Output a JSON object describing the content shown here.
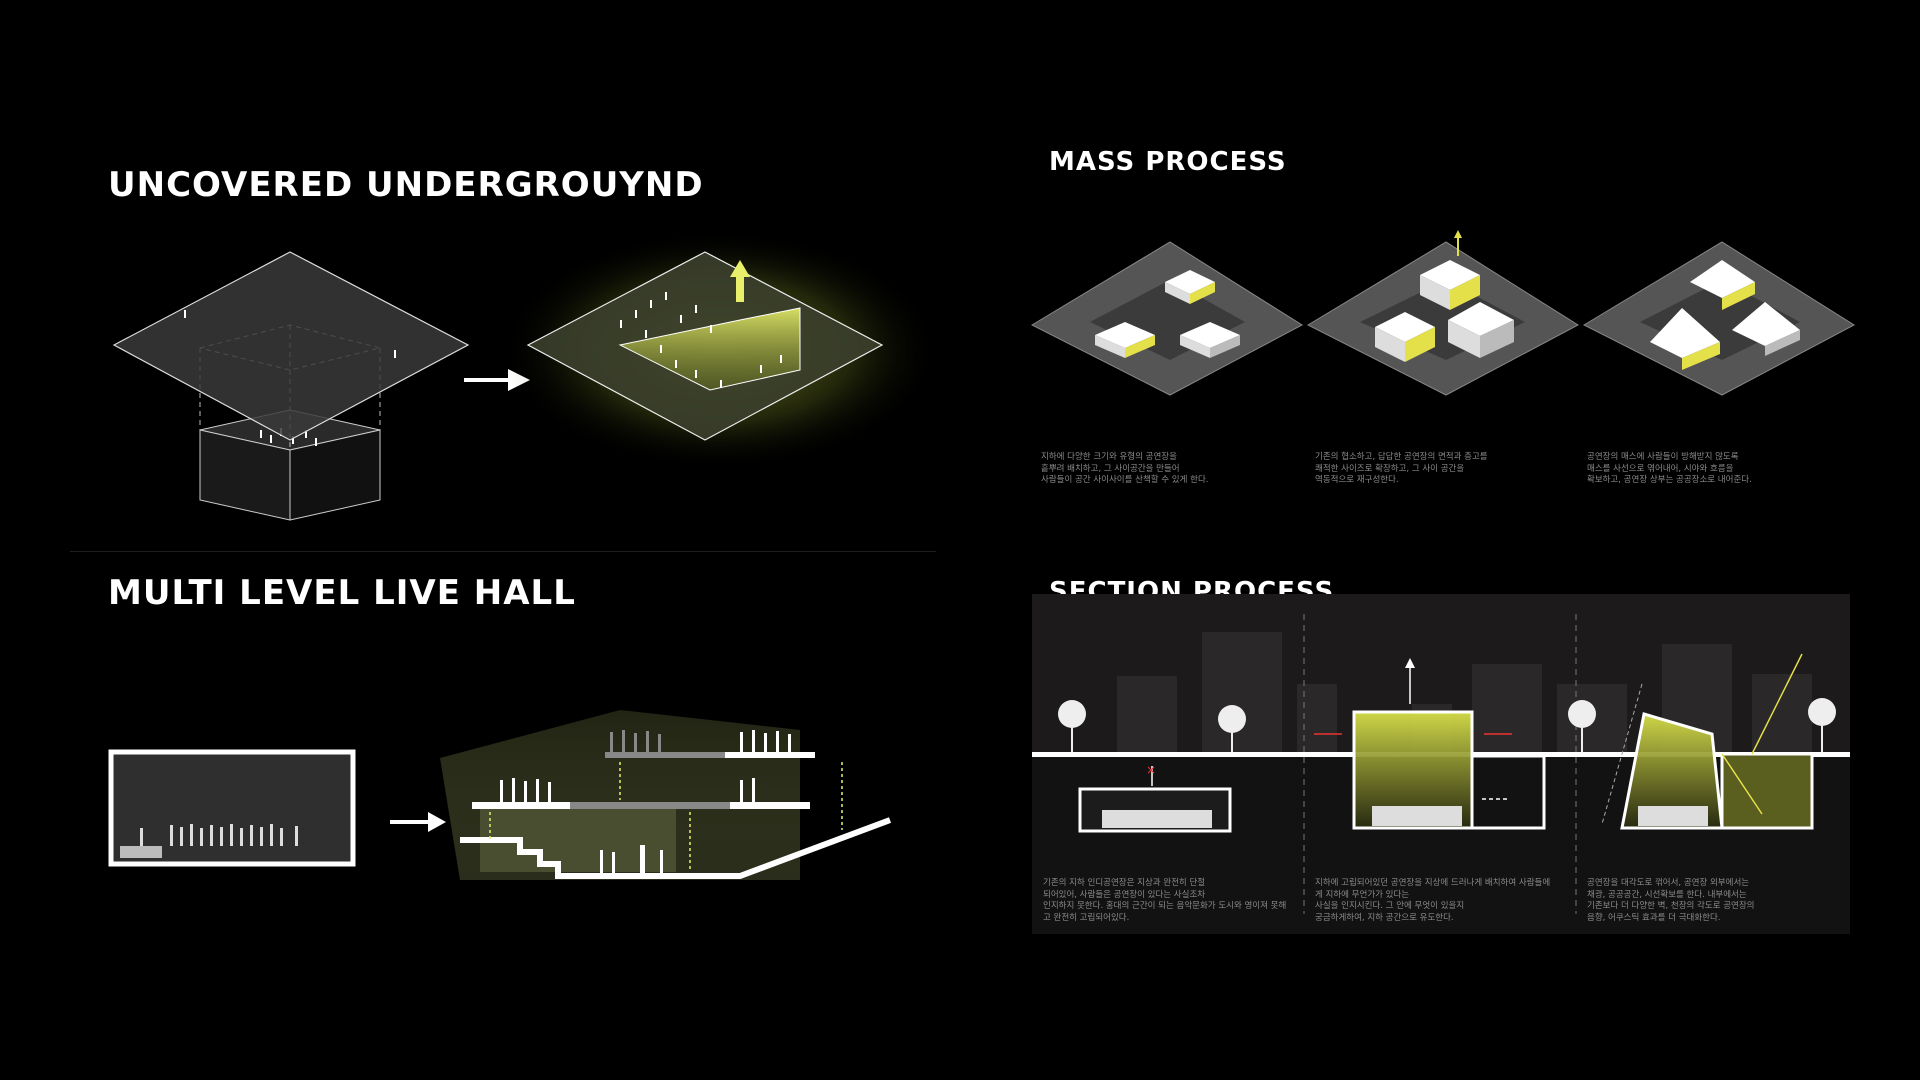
{
  "titles": {
    "uncovered": "UNCOVERED UNDERGROUYND",
    "live_hall": "MULTI LEVEL LIVE HALL",
    "mass": "MASS PROCESS",
    "section": "SECTION PROCESS"
  },
  "mass_captions": [
    "지하에 다양한 크기와 유형의 공연장을\n흩뿌려 배치하고, 그 사이공간을 만들어\n사람들이 공간 사이사이를 산책할 수 있게 한다.",
    "기존의 협소하고, 답답한 공연장의 면적과 층고를\n쾌적한 사이즈로 확장하고, 그 사이 공간을\n역동적으로 재구성한다.",
    "공연장의 매스에 사람들이 방해받지 않도록\n매스를 사선으로 엮어내어, 시야와 흐름을\n확보하고, 공연장 상부는 공공장소로 내어준다."
  ],
  "section_captions": [
    "기존의 지하 인디공연장은 지상과 완전히 단절\n되어있어, 사람들은 공연장이 있다는 사실조차\n인지하지 못한다. 홍대의 근간이 되는 음악문화가 도시와 영이져 못해\n고 완전히 고립되어있다.",
    "지하에 고립되어있던 공연장을 지상에 드러나게 배치하여 사람들에\n게 지하에 무언가가 있다는\n사실을 인지시킨다. 그 안에 무엇이 있을지\n궁금하게하여, 지하 공간으로 유도한다.",
    "공연장을 대각도로 꺾어서, 공연장 외부에서는\n채광, 공공공간, 시선확보를 한다. 내부에서는\n기존보다 더 다양한 벽, 천장의 각도로 공연장의\n음향, 어쿠스틱 효과를 더 극대화한다."
  ],
  "icons": [
    "arrow-right-icon",
    "arrow-up-icon"
  ],
  "colors": {
    "background": "#000000",
    "accent_glow": "#d8e04a",
    "panel": "#3a3a3a",
    "line": "#ffffff",
    "section_bg": "#141414"
  }
}
